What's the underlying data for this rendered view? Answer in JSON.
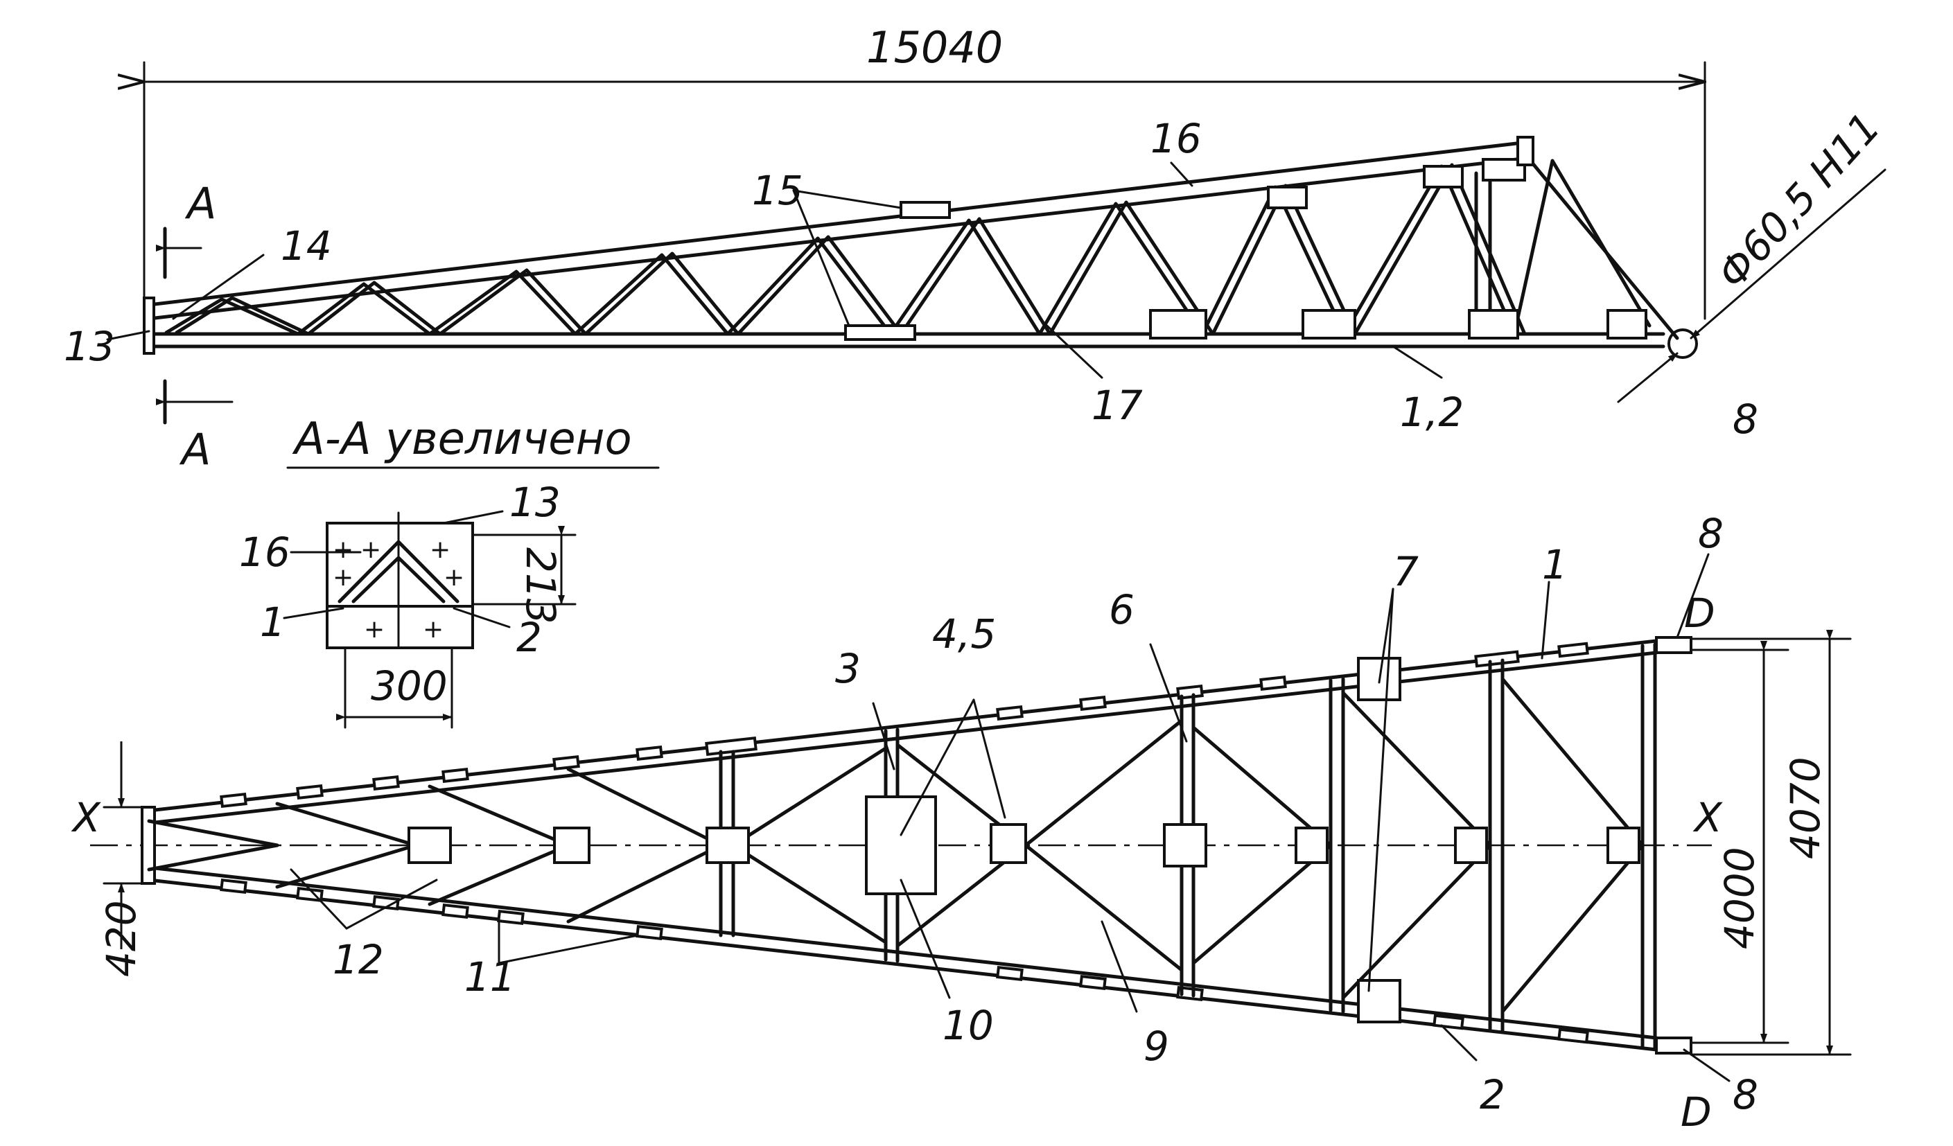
{
  "drawing": {
    "overall_length": "15040",
    "section_mark_top": "A",
    "section_mark_bottom": "A",
    "section_title": "A-A увеличено",
    "pin_diameter": "Ф60,5 H11",
    "section_height": "213",
    "section_width": "300",
    "side_width_420": "420",
    "width_4000": "4000",
    "width_4070": "4070",
    "axis_left": "X",
    "axis_right": "X",
    "point_top": "D",
    "point_bottom": "D"
  },
  "callouts": {
    "c13": "13",
    "c14": "14",
    "c15": "15",
    "c16": "16",
    "c17": "17",
    "c1_2": "1,2",
    "c8_side": "8",
    "s16": "16",
    "s13": "13",
    "s1": "1",
    "s2": "2",
    "p3": "3",
    "p4_5": "4,5",
    "p6": "6",
    "p7": "7",
    "p1": "1",
    "p8_top": "8",
    "p12": "12",
    "p11": "11",
    "p10": "10",
    "p9": "9",
    "p2": "2",
    "p8_bottom": "8"
  }
}
